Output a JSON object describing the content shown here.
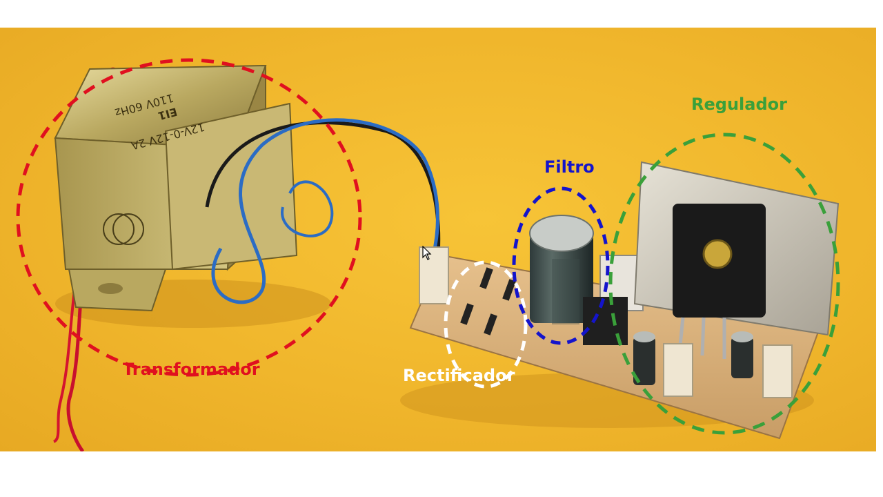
{
  "labels": {
    "transformador": "Transformador",
    "rectificador": "Rectificador",
    "filtro": "Filtro",
    "regulador": "Regulador"
  },
  "transformer_markings": {
    "line1": "110V 60Hz",
    "line2": "EI1",
    "line3": "12V-0-12V 2A"
  },
  "colors": {
    "background": "#f0b62c",
    "transformador": "#e0101f",
    "rectificador": "#ffffff",
    "filtro": "#1414cc",
    "regulador": "#3aa03a"
  }
}
